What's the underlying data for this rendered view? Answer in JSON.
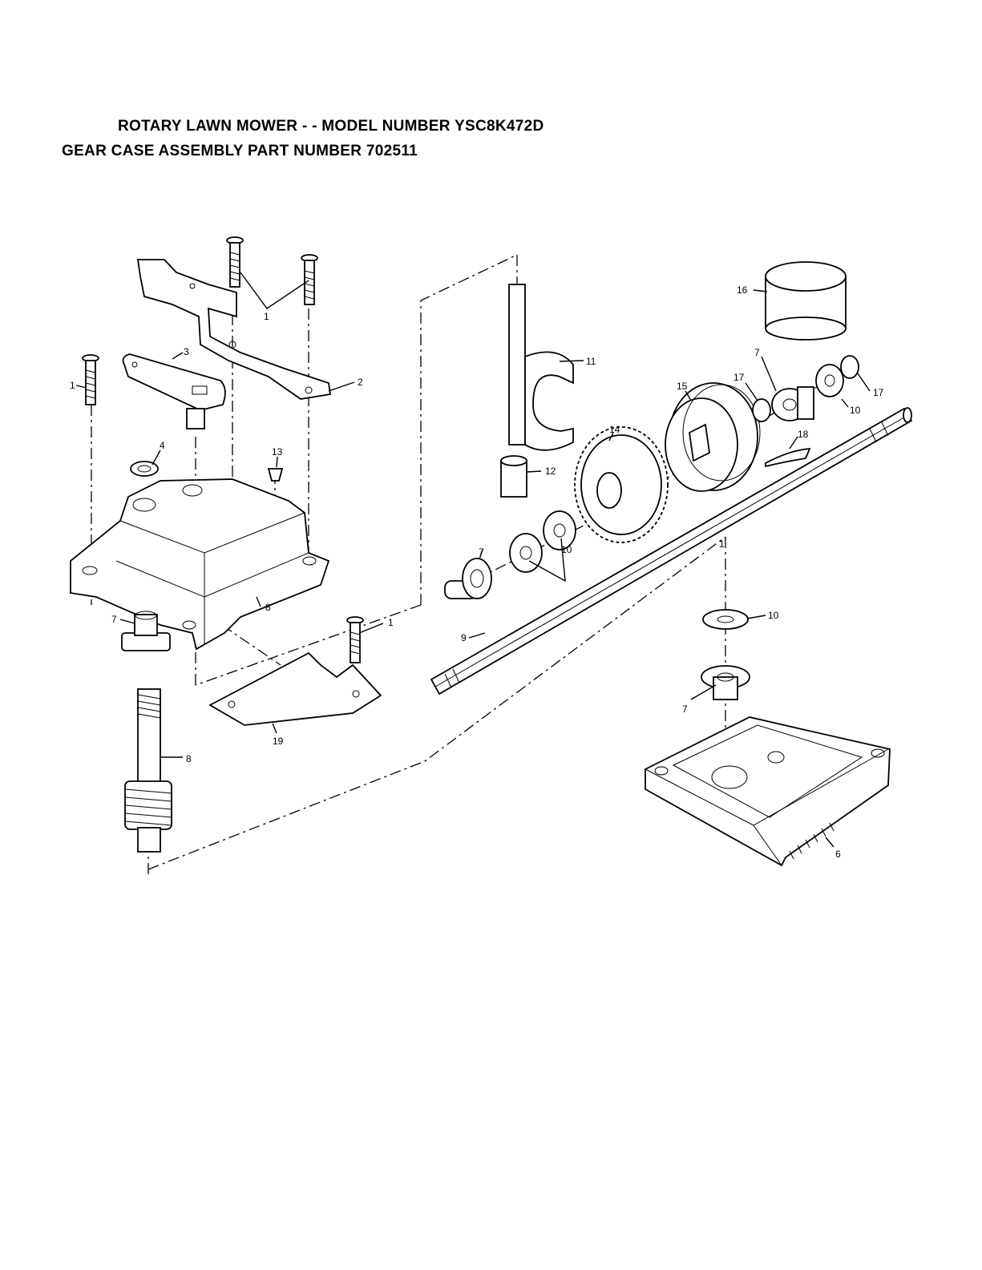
{
  "header": {
    "title_line1": "ROTARY LAWN MOWER - - MODEL NUMBER YSC8K472D",
    "title_line2": "GEAR CASE ASSEMBLY PART NUMBER 702511"
  },
  "callouts": {
    "c1a": "1",
    "c1b": "1",
    "c1c": "1",
    "c1d": "1",
    "c2": "2",
    "c3": "3",
    "c4": "4",
    "c13": "13",
    "c8": "8",
    "c7a": "7",
    "c8b": "8",
    "c19": "19",
    "c11": "11",
    "c12": "12",
    "c14": "14",
    "c15": "15",
    "c16": "16",
    "c17a": "17",
    "c7b": "7",
    "c10a": "10",
    "c17b": "17",
    "c18": "18",
    "c7c": "7",
    "c10b": "10",
    "c9": "9",
    "c10c": "10",
    "c7d": "7",
    "c6": "6"
  }
}
